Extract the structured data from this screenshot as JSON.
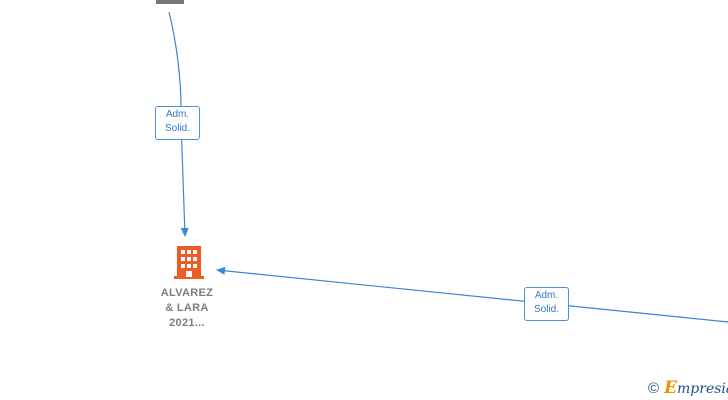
{
  "diagram": {
    "edges": [
      {
        "label_line1": "Adm.",
        "label_line2": "Solid."
      },
      {
        "label_line1": "Adm.",
        "label_line2": "Solid."
      }
    ],
    "nodes": [
      {
        "icon": "building-icon",
        "color": "#f05a23",
        "label_lines": [
          "ALVAREZ",
          "& LARA",
          "2021..."
        ]
      }
    ],
    "edge_color": "#3b86d6"
  },
  "watermark": {
    "copyright": "©",
    "brand_initial": "E",
    "brand_rest": "mpresia"
  }
}
